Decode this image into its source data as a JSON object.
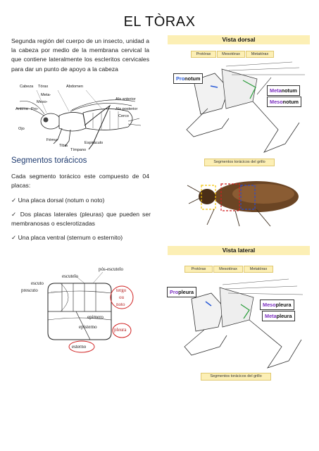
{
  "title": "EL TÒRAX",
  "intro": "Segunda región del cuerpo de un insecto, unidad a la cabeza por medio de la membrana cervical la que contiene lateralmente los escleritos cervicales para dar un punto de apoyo a la cabeza",
  "segmentos": {
    "heading": "Segmentos torácicos",
    "text": "Cada segmento torácico este compuesto de 04 placas:",
    "bullets": [
      "✓ Una placa dorsal (notum o noto)",
      "✓ Dos placas laterales (pleuras) que pueden ser membranosas o esclerotizadas",
      "✓ Una placa ventral (sternum o esternito)"
    ]
  },
  "insect_diagram": {
    "labels": {
      "cabeza": "Cabeza",
      "torax": "Tórax",
      "abdomen": "Abdomen",
      "meta": "Meta-",
      "meso": "Meso-",
      "pro": "Pro-",
      "antena": "Antena",
      "ojo": "Ojo",
      "ala_anterior": "Ala anterior",
      "ala_posterior": "Ala posterior",
      "cerco": "Cerco",
      "femur": "Fémur",
      "tibia": "Tibia",
      "espiraculo": "Espiráculo",
      "timpano": "Tímpano"
    }
  },
  "vista_dorsal": {
    "title": "Vista dorsal",
    "tags": [
      "Protórax",
      "Mesotórax",
      "Metatórax"
    ],
    "pronotum": {
      "prefix": "Pro",
      "suffix": "notum"
    },
    "metanotum": {
      "prefix": "Meta",
      "suffix": "notum"
    },
    "mesonotum": {
      "prefix": "Meso",
      "suffix": "notum"
    }
  },
  "grillo": {
    "tag": "Segmentos torácicos del grillo"
  },
  "vista_lateral": {
    "title": "Vista lateral",
    "tags": [
      "Protórax",
      "Mesotórax",
      "Metatórax"
    ],
    "propleura": {
      "prefix": "Pro",
      "suffix": "pleura"
    },
    "mesopleura": {
      "prefix": "Meso",
      "suffix": "pleura"
    },
    "metapleura": {
      "prefix": "Meta",
      "suffix": "pleura"
    },
    "bottom_tag": "Segmentos torácicos del grillo"
  },
  "thorax_diagram": {
    "labels": {
      "pos_escutelo": "pós-escutelo",
      "escutelo": "escutelo",
      "escuto": "escuto",
      "prescuto": "prescuto",
      "tergo": "tergo",
      "ou": "ou",
      "noto": "noto",
      "epimero": "epimero",
      "episterno": "episterno",
      "pleura": "pleura",
      "esterno": "esterno"
    }
  },
  "colors": {
    "pro": "#2a5bd7",
    "meso": "#7b2fbf",
    "meta": "#7b2fbf",
    "highlight": "#fcefb5",
    "heading": "#1f3b6f"
  }
}
